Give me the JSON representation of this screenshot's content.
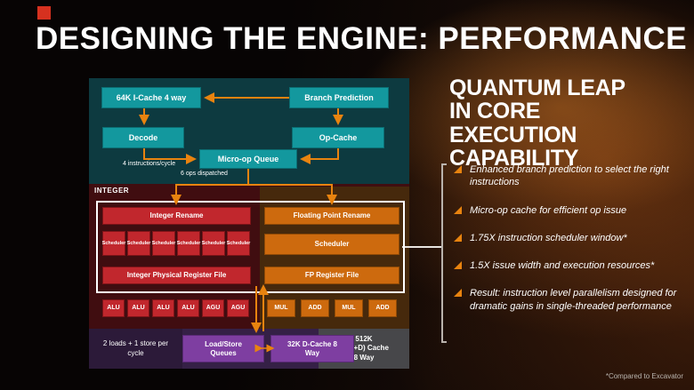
{
  "colors": {
    "accent_orange": "#e8830f",
    "teal_box": "#13989e",
    "red_box": "#c1272d",
    "orange_box": "#cd6a0e",
    "purple_box": "#7e3ea1",
    "brand_logo_red": "#d6311f"
  },
  "header": {
    "title": "DESIGNING THE ENGINE: PERFORMANCE"
  },
  "diagram": {
    "fetch": {
      "icache": "64K I-Cache 4 way",
      "branch_prediction": "Branch Prediction",
      "decode": "Decode",
      "opcache": "Op-Cache",
      "microop_queue": "Micro-op Queue",
      "instr_per_cycle": "4 instructions/cycle",
      "ops_dispatched": "6 ops dispatched"
    },
    "integer": {
      "section_label": "INTEGER",
      "rename": "Integer Rename",
      "schedulers": [
        "Scheduler",
        "Scheduler",
        "Scheduler",
        "Scheduler",
        "Scheduler",
        "Scheduler"
      ],
      "register_file": "Integer Physical Register File",
      "units": [
        "ALU",
        "ALU",
        "ALU",
        "ALU",
        "AGU",
        "AGU"
      ]
    },
    "fp": {
      "rename": "Floating Point Rename",
      "scheduler": "Scheduler",
      "register_file": "FP Register File",
      "units": [
        "MUL",
        "ADD",
        "MUL",
        "ADD"
      ]
    },
    "memory": {
      "throughput": "2 loads + 1 store per cycle",
      "load_store": "Load/Store Queues",
      "dcache": "32K D-Cache 8 Way",
      "l2": "512K\nL2 (I+D) Cache\n8 Way"
    }
  },
  "right_panel": {
    "heading": "QUANTUM LEAP IN CORE EXECUTION CAPABILITY",
    "bullets": [
      "Enhanced branch prediction to select the right instructions",
      "Micro-op cache for efficient op issue",
      "1.75X instruction scheduler window*",
      "1.5X issue width and execution resources*",
      "Result: instruction level parallelism designed for dramatic gains in single-threaded performance"
    ],
    "footnote": "*Compared to Excavator"
  }
}
